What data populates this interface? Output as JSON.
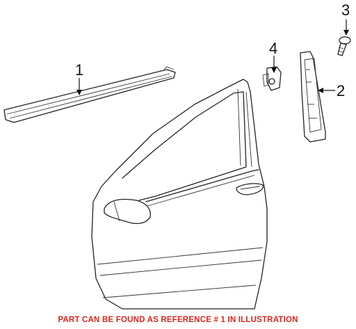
{
  "callouts": [
    {
      "id": "1",
      "label": "1"
    },
    {
      "id": "2",
      "label": "2"
    },
    {
      "id": "3",
      "label": "3"
    },
    {
      "id": "4",
      "label": "4"
    }
  ],
  "caption": {
    "text": "PART CAN BE FOUND AS REFERENCE # 1 IN ILLUSTRATION",
    "color": "#e0241b"
  }
}
